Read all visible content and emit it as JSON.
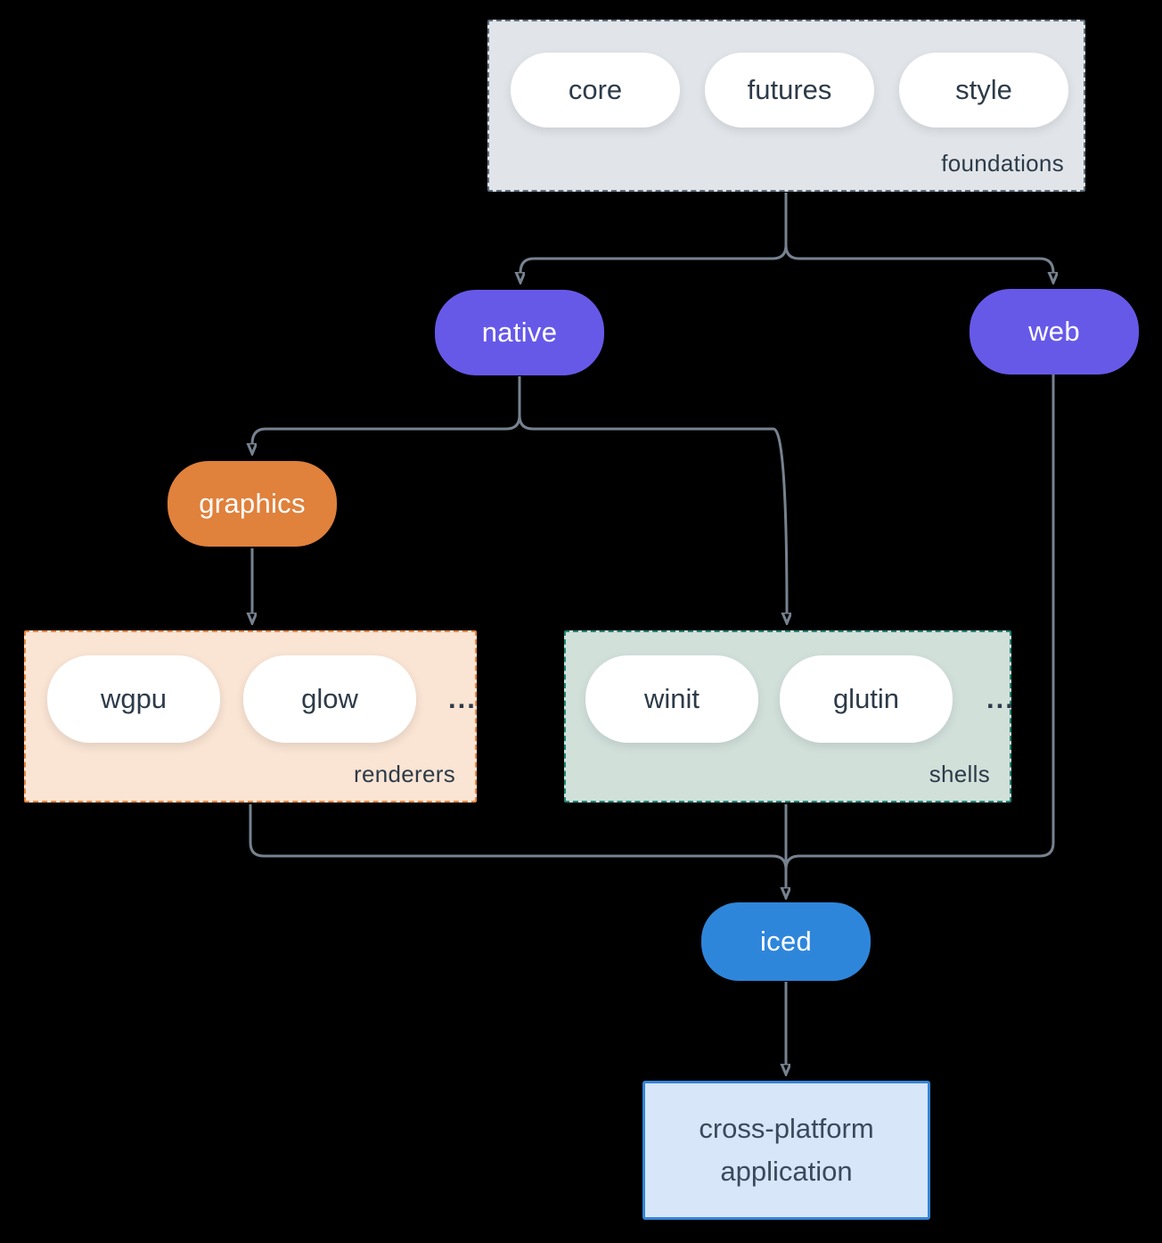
{
  "colors": {
    "background": "#000000",
    "connector": "#76828f",
    "node_text": "#ffffff",
    "pill_text": "#2d3b49",
    "purple": "#6659e8",
    "orange": "#e0813c",
    "blue": "#2e86db",
    "foundations_fill": "#e1e5e9",
    "foundations_border": "#5f6e7d",
    "renderers_fill": "#fae4d3",
    "renderers_border": "#e8853e",
    "shells_fill": "#d2e0da",
    "shells_border": "#1f8575",
    "app_fill": "#d7e6f9",
    "app_border": "#3584d6"
  },
  "groups": {
    "foundations": {
      "label": "foundations",
      "items": [
        "core",
        "futures",
        "style"
      ]
    },
    "renderers": {
      "label": "renderers",
      "items": [
        "wgpu",
        "glow"
      ],
      "more": "..."
    },
    "shells": {
      "label": "shells",
      "items": [
        "winit",
        "glutin"
      ],
      "more": "..."
    }
  },
  "nodes": {
    "native": {
      "label": "native"
    },
    "web": {
      "label": "web"
    },
    "graphics": {
      "label": "graphics"
    },
    "iced": {
      "label": "iced"
    }
  },
  "app": {
    "label": "cross-platform application"
  }
}
